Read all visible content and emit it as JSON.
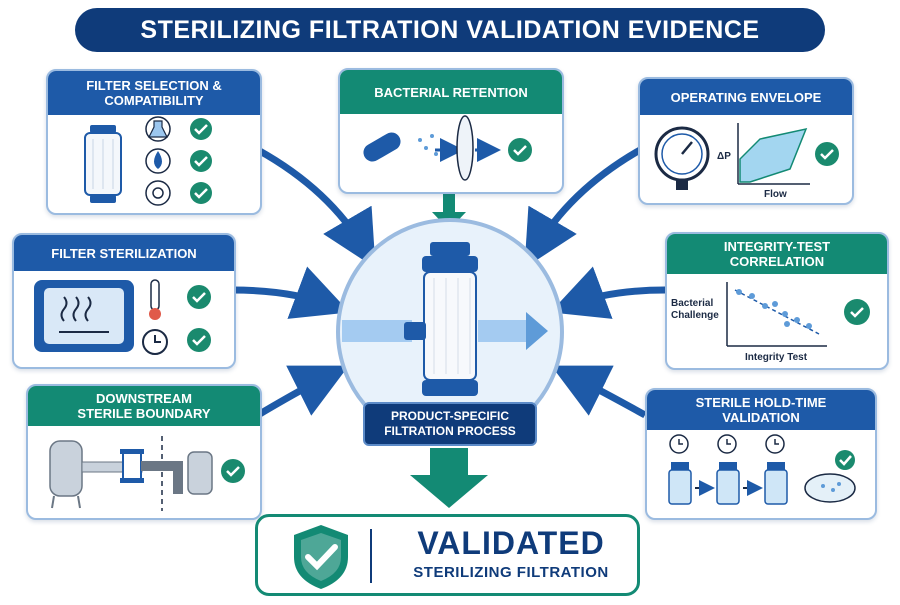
{
  "title": "STERILIZING FILTRATION VALIDATION EVIDENCE",
  "cards": {
    "filter_selection": {
      "title_line1": "FILTER SELECTION &",
      "title_line2": "COMPATIBILITY"
    },
    "bacterial_retention": {
      "title": "BACTERIAL RETENTION"
    },
    "operating_envelope": {
      "title": "OPERATING ENVELOPE",
      "y_axis": "ΔP",
      "x_axis": "Flow"
    },
    "filter_sterilization": {
      "title": "FILTER STERILIZATION"
    },
    "integrity_test": {
      "title_line1": "INTEGRITY-TEST",
      "title_line2": "CORRELATION",
      "y_axis_line1": "Bacterial",
      "y_axis_line2": "Challenge",
      "x_axis": "Integrity Test"
    },
    "downstream": {
      "title_line1": "DOWNSTREAM",
      "title_line2": "STERILE BOUNDARY"
    },
    "hold_time": {
      "title_line1": "STERILE HOLD-TIME",
      "title_line2": "VALIDATION"
    }
  },
  "center": {
    "line1": "PRODUCT-SPECIFIC",
    "line2": "FILTRATION PROCESS"
  },
  "result": {
    "title": "VALIDATED",
    "subtitle": "STERILIZING FILTRATION"
  },
  "colors": {
    "navy": "#0f3b7a",
    "blue": "#1e5aa8",
    "green": "#138a74",
    "check": "#1a8a6e"
  }
}
